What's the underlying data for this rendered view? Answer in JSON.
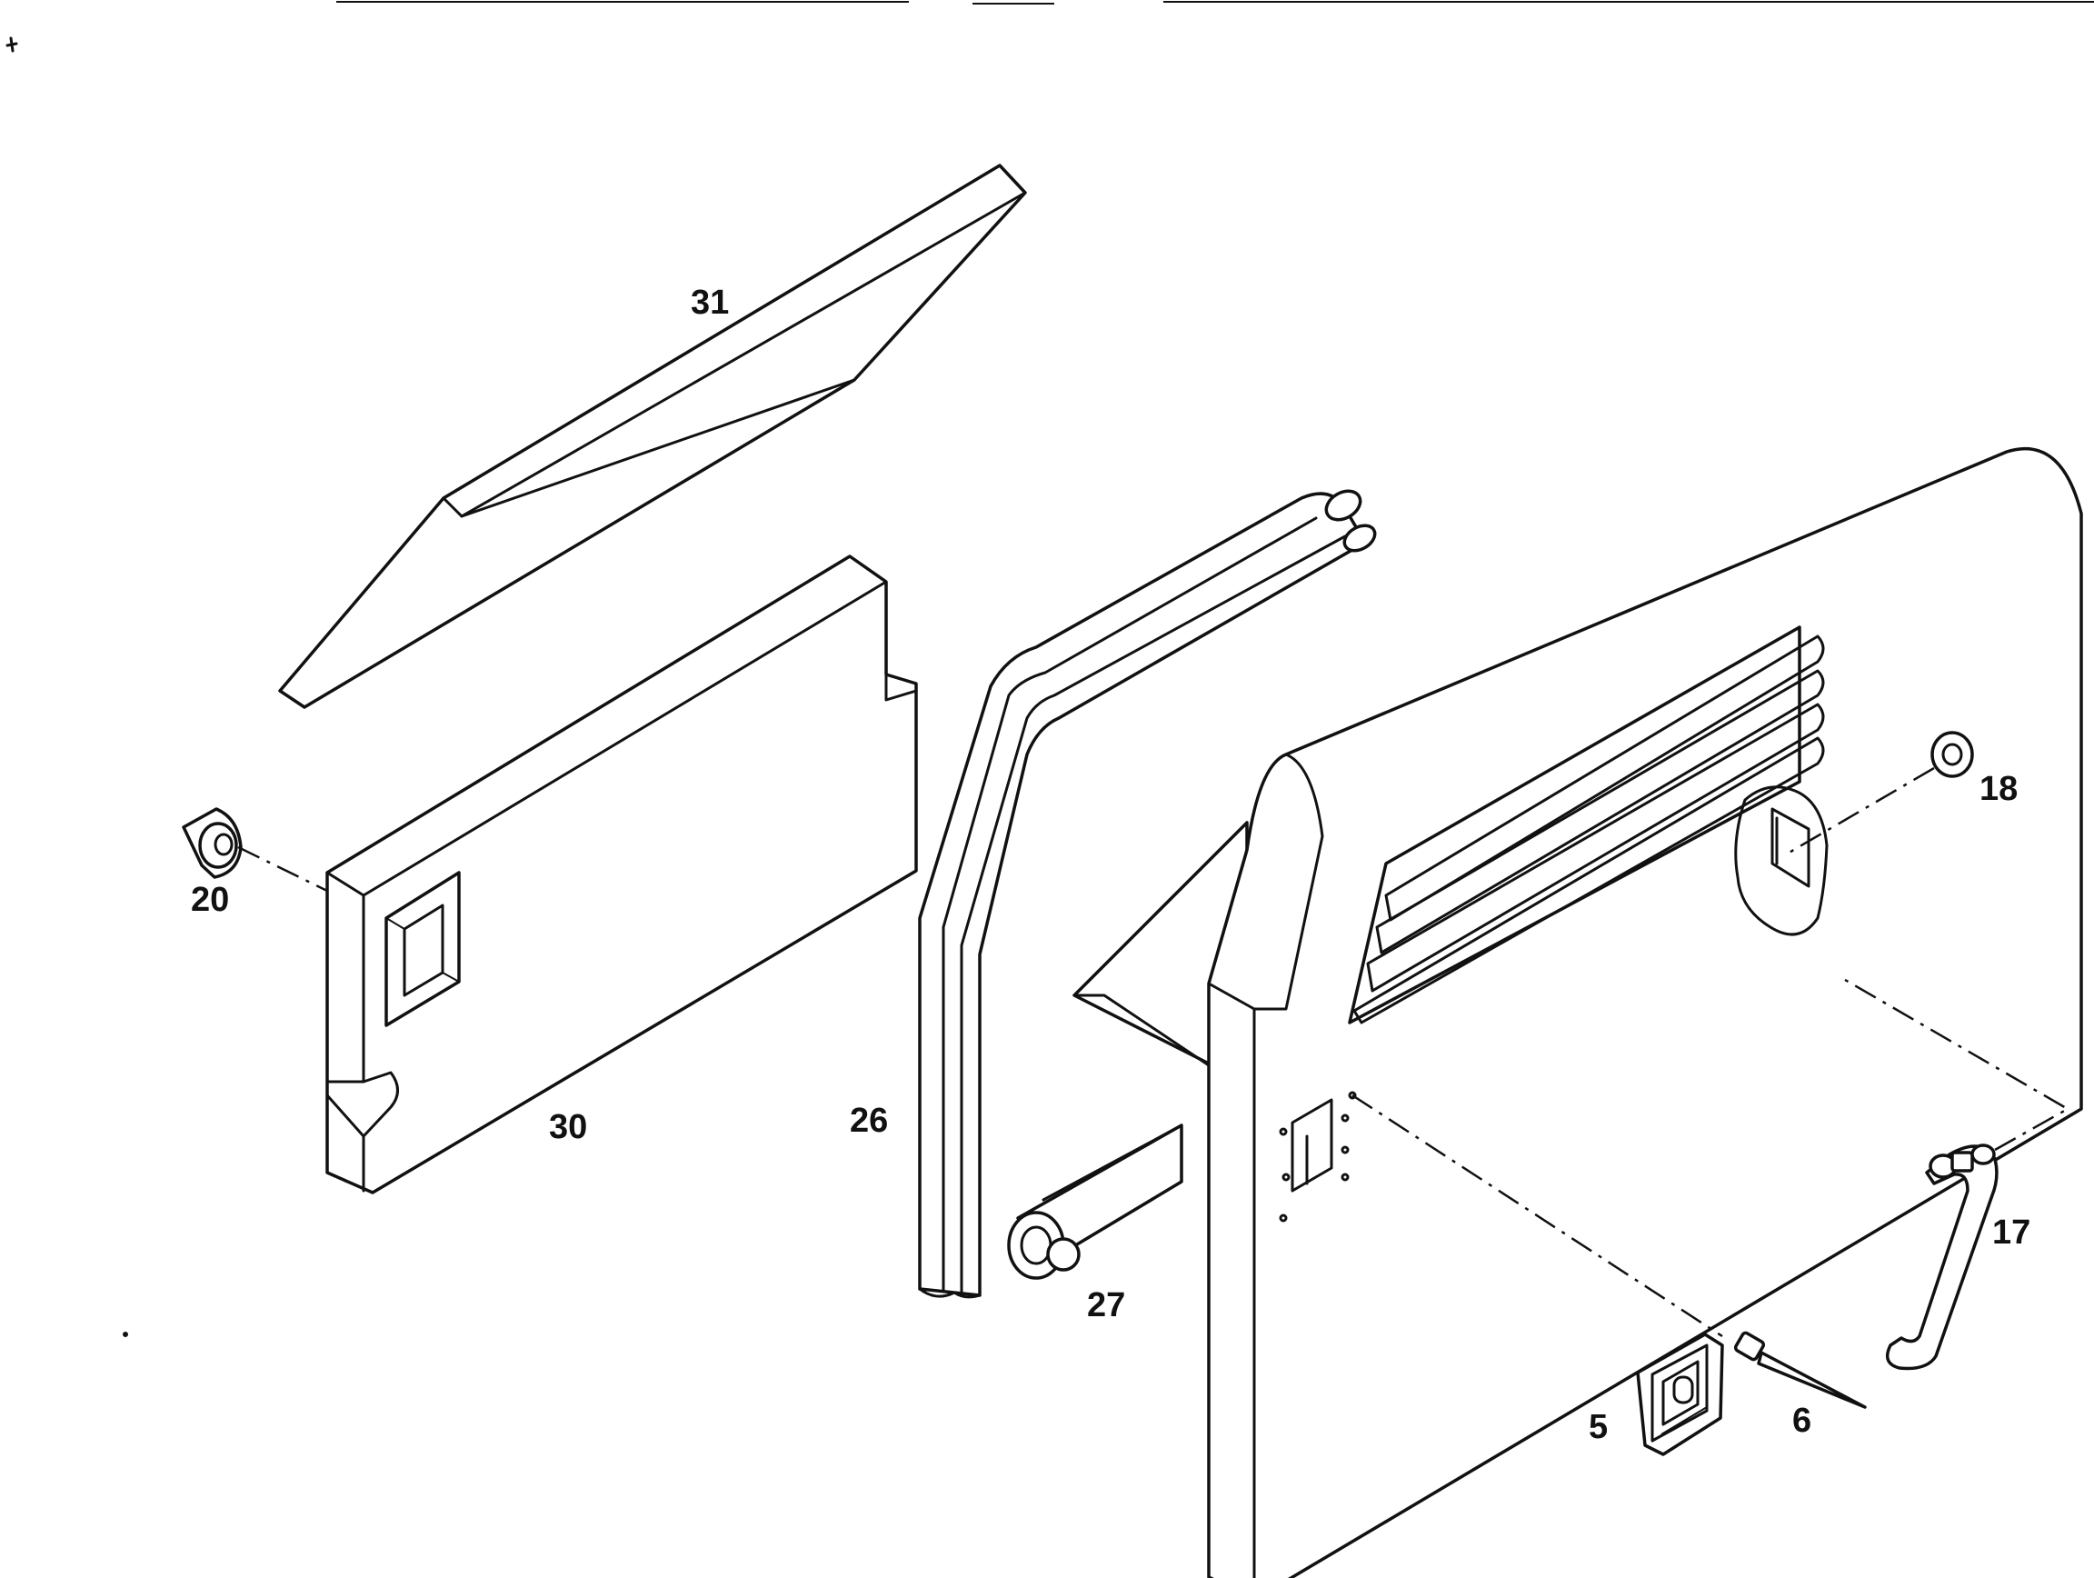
{
  "callouts": {
    "part_31": "31",
    "part_30": "30",
    "part_20": "20",
    "part_26": "26",
    "part_27": "27",
    "part_18": "18",
    "part_17": "17",
    "part_5": "5",
    "part_6": "6"
  },
  "colors": {
    "line": "#111111",
    "background": "#ffffff"
  }
}
